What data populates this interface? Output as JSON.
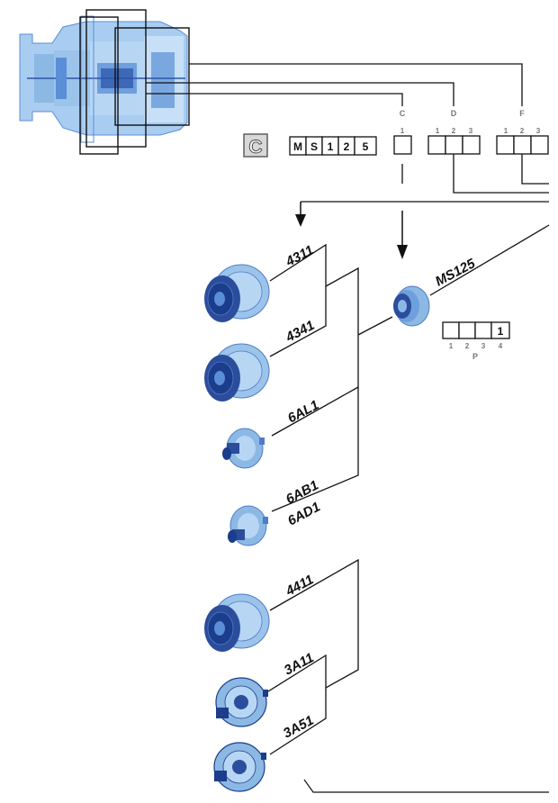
{
  "section_badge": "C",
  "base_code": [
    "M",
    "S",
    "1",
    "2",
    "5"
  ],
  "groups": {
    "C": {
      "letter": "C",
      "positions": [
        "1"
      ]
    },
    "D": {
      "letter": "D",
      "positions": [
        "1",
        "2",
        "3"
      ]
    },
    "F": {
      "letter": "F",
      "positions": [
        "1",
        "2",
        "3"
      ]
    }
  },
  "motor_label": "MS125",
  "p_group": {
    "letter": "P",
    "positions": [
      "1",
      "2",
      "3",
      "4"
    ],
    "values": [
      "",
      "",
      "",
      "1"
    ]
  },
  "options": [
    "4311",
    "4341",
    "6AL1",
    "6AB1",
    "6AD1",
    "4411",
    "3A11",
    "3A51"
  ],
  "colors": {
    "part_light": "#8cb8e4",
    "part_dark": "#1c3c8c",
    "hub_mid": "#4f7cc8",
    "line": "#111111",
    "gray_label": "#777777"
  }
}
